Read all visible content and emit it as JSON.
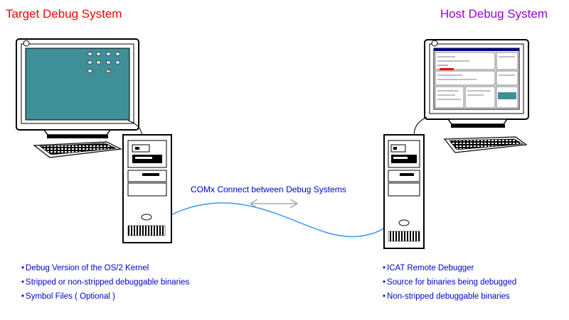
{
  "colors": {
    "target_title": "#ff0000",
    "host_title": "#9900cc",
    "bullet_text": "#0000cc",
    "connection": "#3399ff",
    "arrow": "#999999",
    "target_screen": "#3f8f98"
  },
  "target": {
    "title": "Target Debug System",
    "bullets": [
      "Debug Version of the OS/2 Kernel",
      "Stripped or non-stripped debuggable binaries",
      "Symbol Files ( Optional )"
    ]
  },
  "host": {
    "title": "Host Debug System",
    "bullets": [
      "ICAT Remote Debugger",
      "Source for binaries being debugged",
      "Non-stripped debuggable binaries"
    ]
  },
  "connection": {
    "label": "COMx Connect between Debug Systems"
  },
  "icons": {
    "target_monitor": "crt-monitor-icon",
    "target_keyboard": "keyboard-icon",
    "target_tower": "tower-pc-icon",
    "host_monitor": "crt-monitor-icon",
    "host_keyboard": "keyboard-icon",
    "host_tower": "tower-pc-icon",
    "arrow": "double-arrow-icon"
  }
}
